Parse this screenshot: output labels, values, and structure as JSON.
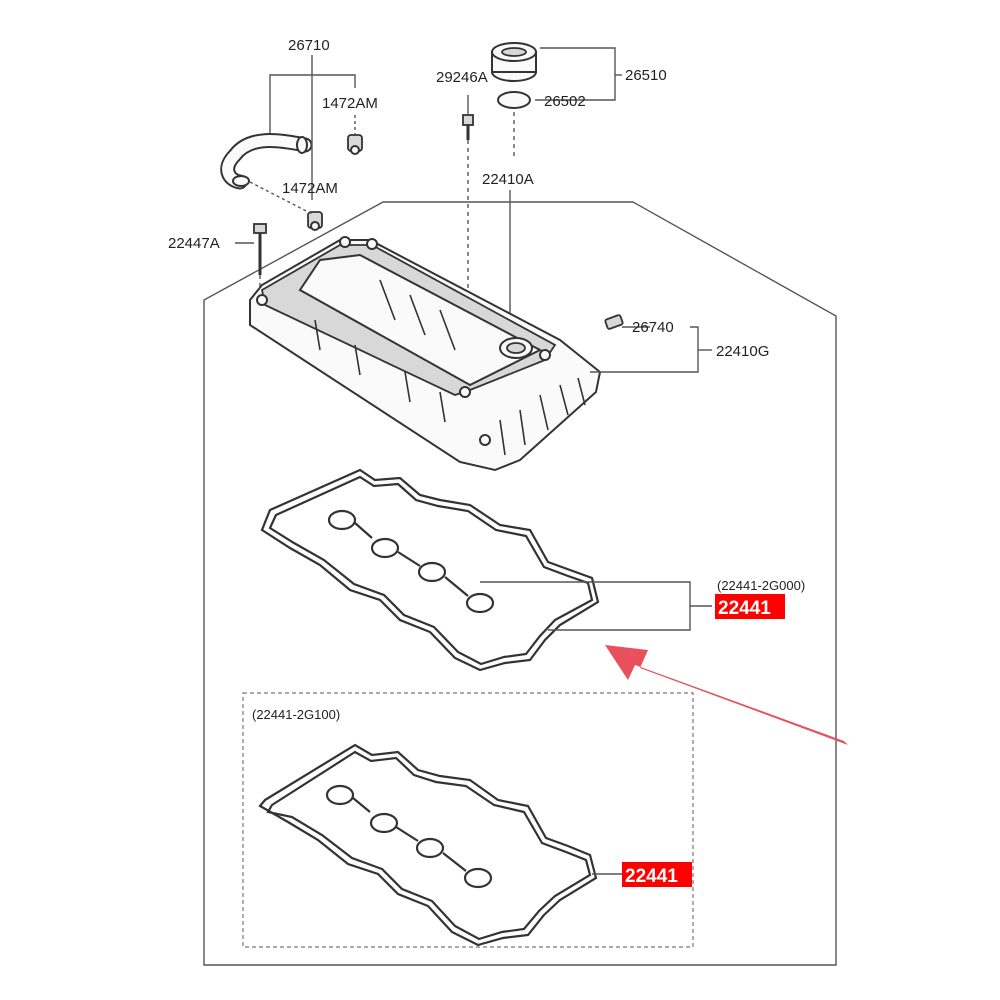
{
  "labels": {
    "hose": "26710",
    "clip_upper": "1472AM",
    "clip_lower": "1472AM",
    "bolt_long": "29246A",
    "oil_cap": "26510",
    "cap_seal": "26502",
    "cover_assy": "22410A",
    "bolt_side": "22447A",
    "sensor": "26740",
    "cover_sub": "22410G",
    "gasket_variant_a": "(22441-2G000)",
    "gasket_a": "22441",
    "gasket_variant_b": "(22441-2G100)",
    "gasket_b": "22441"
  },
  "colors": {
    "highlight": "#ff0000",
    "arrow": "#e8505b",
    "line": "#555555"
  }
}
